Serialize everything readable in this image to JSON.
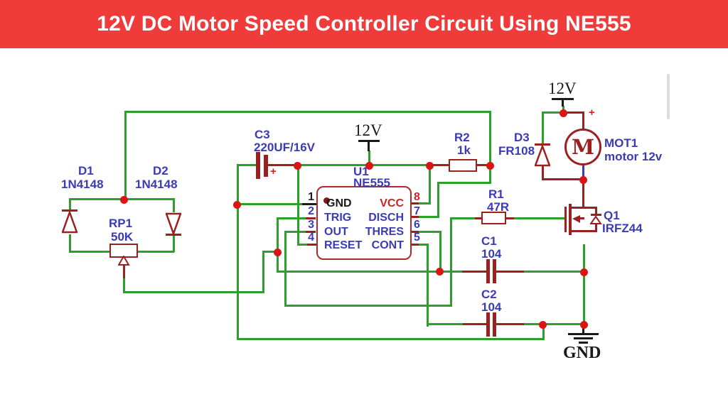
{
  "banner": {
    "title": "12V DC Motor Speed Controller Circuit Using NE555"
  },
  "colors": {
    "banner_bg": "#F03B3B",
    "title_text": "#FFFFFF",
    "wire_green": "#2BA02B",
    "component_red": "#9B2020",
    "label_blue": "#3B3BB8",
    "junction_red": "#DD1414",
    "pin_number_red": "#CF2222"
  },
  "power": {
    "vcc_mid": "12V",
    "vcc_right": "12V",
    "gnd": "GND"
  },
  "components": {
    "d1": {
      "ref": "D1",
      "value": "1N4148"
    },
    "d2": {
      "ref": "D2",
      "value": "1N4148"
    },
    "d3": {
      "ref": "D3",
      "value": "FR108"
    },
    "rp1": {
      "ref": "RP1",
      "value": "50K"
    },
    "c1": {
      "ref": "C1",
      "value": "104"
    },
    "c2": {
      "ref": "C2",
      "value": "104"
    },
    "c3": {
      "ref": "C3",
      "value": "220UF/16V",
      "polarity": "+"
    },
    "r1": {
      "ref": "R1",
      "value": "47R"
    },
    "r2": {
      "ref": "R2",
      "value": "1k"
    },
    "q1": {
      "ref": "Q1",
      "value": "IRFZ44"
    },
    "mot1": {
      "ref": "MOT1",
      "value": "motor 12v",
      "letter": "M",
      "polarity": "+"
    },
    "u1": {
      "ref": "U1",
      "value": "NE555",
      "pins_left": [
        {
          "num": "1",
          "name": "GND"
        },
        {
          "num": "2",
          "name": "TRIG"
        },
        {
          "num": "3",
          "name": "OUT"
        },
        {
          "num": "4",
          "name": "RESET"
        }
      ],
      "pins_right": [
        {
          "num": "8",
          "name": "VCC"
        },
        {
          "num": "7",
          "name": "DISCH"
        },
        {
          "num": "6",
          "name": "THRES"
        },
        {
          "num": "5",
          "name": "CONT"
        }
      ]
    }
  }
}
